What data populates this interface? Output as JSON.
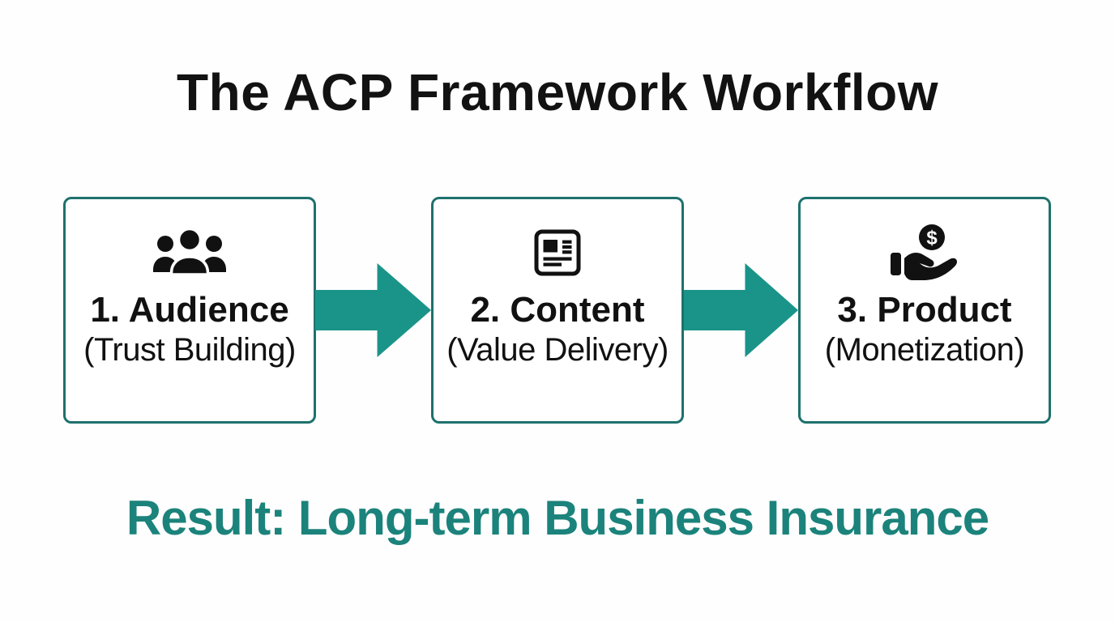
{
  "title": "The ACP Framework Workflow",
  "steps": [
    {
      "label": "1. Audience",
      "sublabel": "(Trust Building)",
      "icon": "people-icon"
    },
    {
      "label": "2. Content",
      "sublabel": "(Value Delivery)",
      "icon": "newspaper-icon"
    },
    {
      "label": "3. Product",
      "sublabel": "(Monetization)",
      "icon": "hand-holding-dollar-icon"
    }
  ],
  "result_text": "Result: Long-term Business Insurance",
  "coin_symbol": "$",
  "colors": {
    "box_border": "#1e716d",
    "arrow_fill": "#1a9489",
    "result_text": "#1b837b",
    "heading_text": "#121212",
    "icon_fill": "#111111",
    "background": "#fefefe"
  }
}
